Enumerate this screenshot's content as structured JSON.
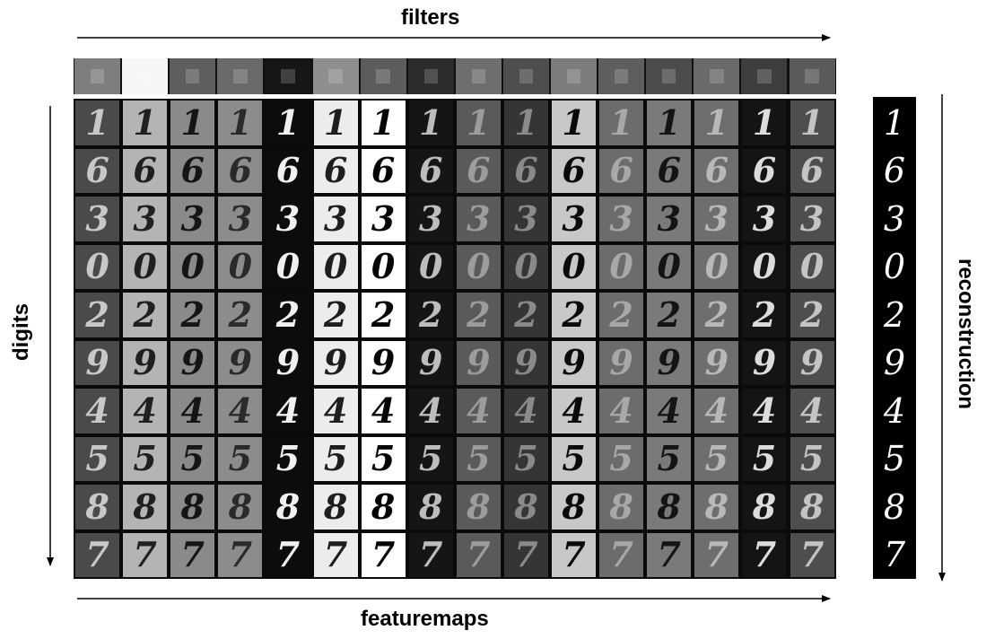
{
  "labels": {
    "filters": "filters",
    "featuremaps": "featuremaps",
    "digits": "digits",
    "reconstruction": "reconstruction"
  },
  "digits": [
    "1",
    "6",
    "3",
    "0",
    "2",
    "9",
    "4",
    "5",
    "8",
    "7"
  ],
  "reconstruction_digits": [
    "1",
    "6",
    "3",
    "0",
    "2",
    "9",
    "4",
    "5",
    "8",
    "7"
  ],
  "columns": [
    {
      "background": "#4a4a4a",
      "ink": "#c8c8c8"
    },
    {
      "background": "#b4b4b4",
      "ink": "#202020"
    },
    {
      "background": "#8a8a8a",
      "ink": "#151515"
    },
    {
      "background": "#8c8c8c",
      "ink": "#2a2a2a"
    },
    {
      "background": "#0c0c0c",
      "ink": "#f0f0f0"
    },
    {
      "background": "#ececec",
      "ink": "#1e1e1e"
    },
    {
      "background": "#ffffff",
      "ink": "#050505"
    },
    {
      "background": "#151515",
      "ink": "#bdbdbd"
    },
    {
      "background": "#5a5a5a",
      "ink": "#9c9c9c"
    },
    {
      "background": "#353535",
      "ink": "#8a8a8a"
    },
    {
      "background": "#c8c8c8",
      "ink": "#0a0a0a"
    },
    {
      "background": "#6c6c6c",
      "ink": "#a8a8a8"
    },
    {
      "background": "#7a7a7a",
      "ink": "#141414"
    },
    {
      "background": "#6e6e6e",
      "ink": "#b8b8b8"
    },
    {
      "background": "#141414",
      "ink": "#dcdcdc"
    },
    {
      "background": "#4e4e4e",
      "ink": "#c4c4c4"
    }
  ],
  "filters": [
    {
      "background": "#7e7e7e"
    },
    {
      "background": "#f6f6f6"
    },
    {
      "background": "#5e5e5e"
    },
    {
      "background": "#6a6a6a"
    },
    {
      "background": "#161616"
    },
    {
      "background": "#8e8e8e"
    },
    {
      "background": "#5c5c5c"
    },
    {
      "background": "#2c2c2c"
    },
    {
      "background": "#6e6e6e"
    },
    {
      "background": "#4e4e4e"
    },
    {
      "background": "#7c7c7c"
    },
    {
      "background": "#5e5e5e"
    },
    {
      "background": "#4c4c4c"
    },
    {
      "background": "#6a6a6a"
    },
    {
      "background": "#3e3e3e"
    },
    {
      "background": "#5a5a5a"
    }
  ]
}
